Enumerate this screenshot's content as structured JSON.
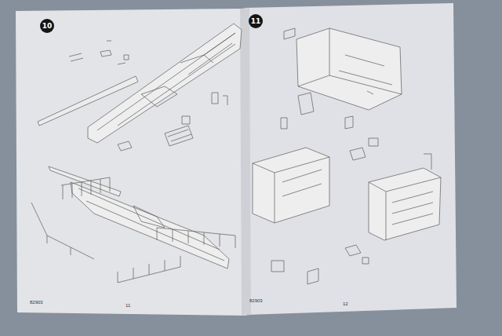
{
  "diagram": {
    "nodes": [
      {
        "text": [
          "10"
        ]
      },
      {
        "text": [
          "11"
        ]
      }
    ],
    "labels": [
      "82903",
      "11",
      "82903",
      "12"
    ]
  }
}
